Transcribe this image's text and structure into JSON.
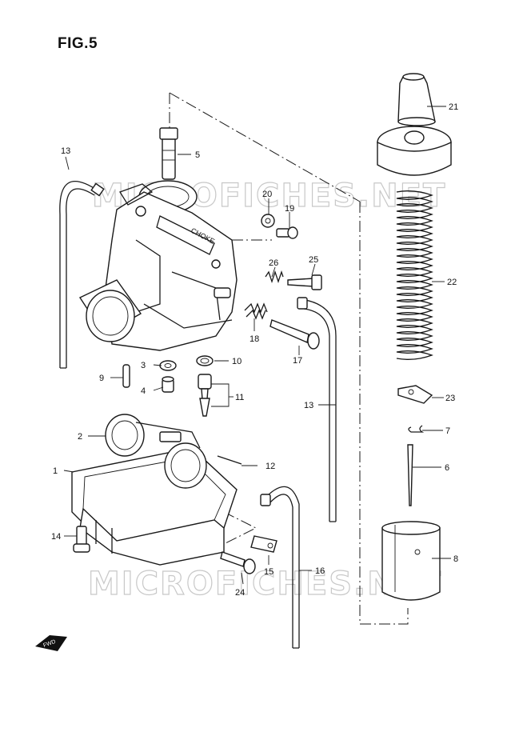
{
  "figure": {
    "title": "FIG.5"
  },
  "watermark": "MICROFICHES.NET",
  "fwd_badge": "FWD",
  "choke_label": "CHOKE",
  "callouts": {
    "c1": "1",
    "c2": "2",
    "c3": "3",
    "c4": "4",
    "c5": "5",
    "c6": "6",
    "c7": "7",
    "c8": "8",
    "c9": "9",
    "c10": "10",
    "c11": "11",
    "c12": "12",
    "c13a": "13",
    "c13b": "13",
    "c14": "14",
    "c15": "15",
    "c16": "16",
    "c17": "17",
    "c18": "18",
    "c19": "19",
    "c20": "20",
    "c21": "21",
    "c22": "22",
    "c23": "23",
    "c24": "24",
    "c25": "25",
    "c26": "26"
  }
}
